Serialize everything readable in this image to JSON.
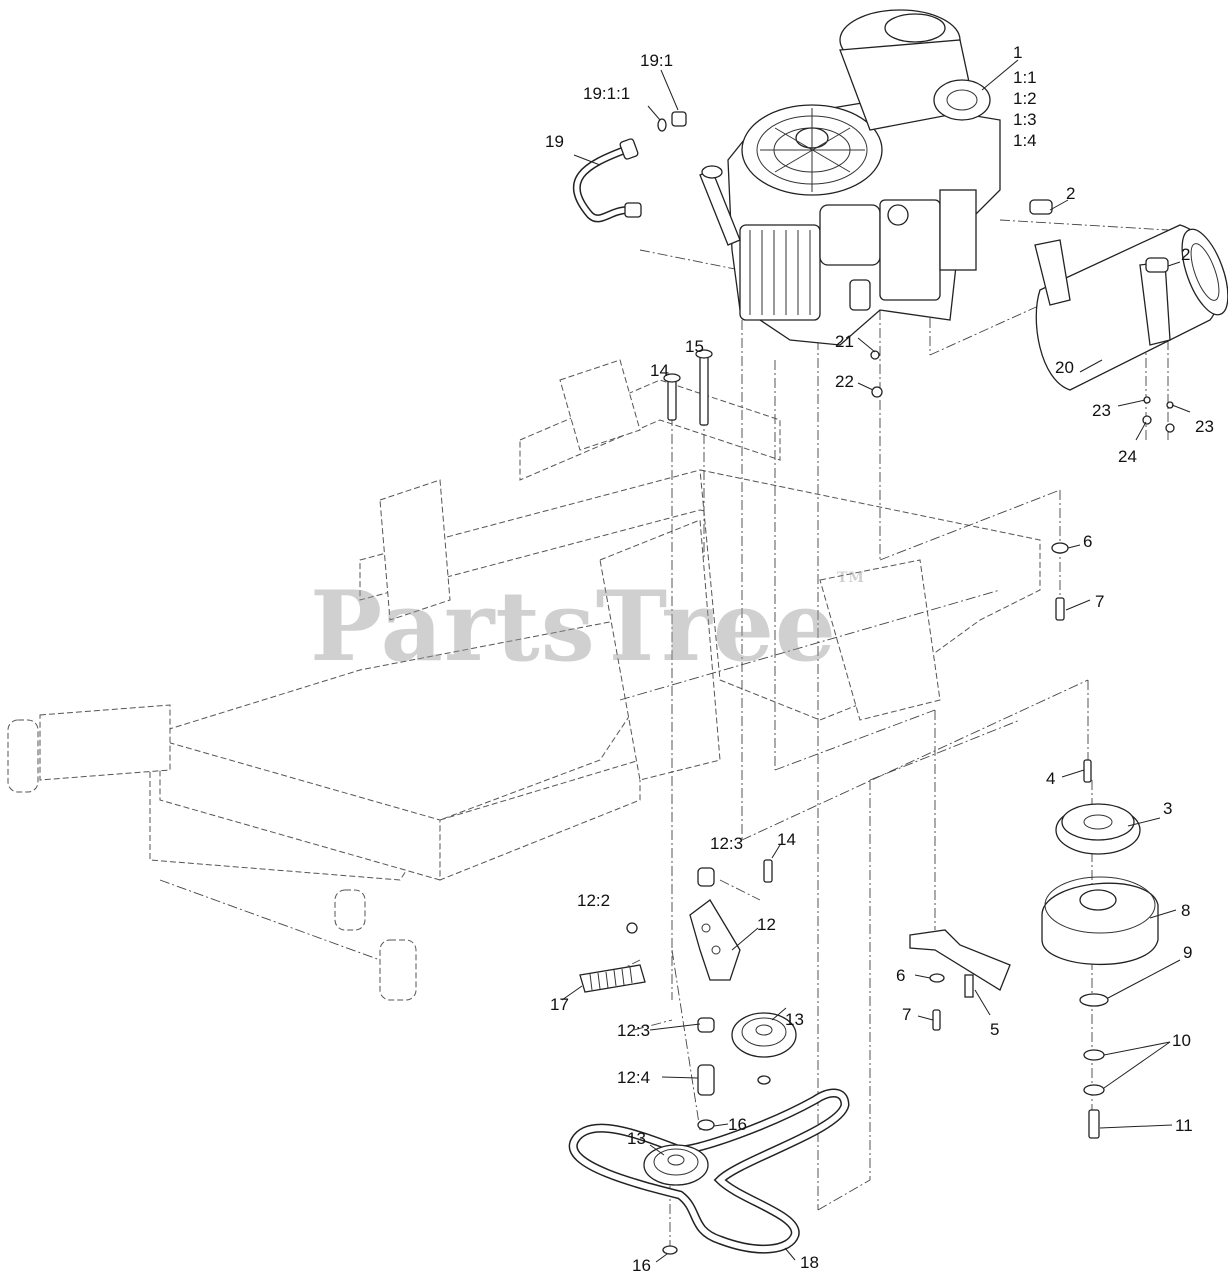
{
  "watermark": {
    "text": "PartsTree",
    "mark": "TM"
  },
  "callouts": {
    "c1": "1",
    "c1_1": "1:1",
    "c1_2": "1:2",
    "c1_3": "1:3",
    "c1_4": "1:4",
    "c2a": "2",
    "c2b": "2",
    "c3": "3",
    "c4": "4",
    "c5": "5",
    "c6a": "6",
    "c6b": "6",
    "c7a": "7",
    "c7b": "7",
    "c8": "8",
    "c9": "9",
    "c10": "10",
    "c11": "11",
    "c12": "12",
    "c12_2": "12:2",
    "c12_3a": "12:3",
    "c12_3b": "12:3",
    "c12_4": "12:4",
    "c13a": "13",
    "c13b": "13",
    "c14a": "14",
    "c14b": "14",
    "c15": "15",
    "c16a": "16",
    "c16b": "16",
    "c17": "17",
    "c18": "18",
    "c19": "19",
    "c19_1": "19:1",
    "c19_1_1": "19:1:1",
    "c20": "20",
    "c21": "21",
    "c22": "22",
    "c23a": "23",
    "c23b": "23",
    "c24": "24"
  }
}
